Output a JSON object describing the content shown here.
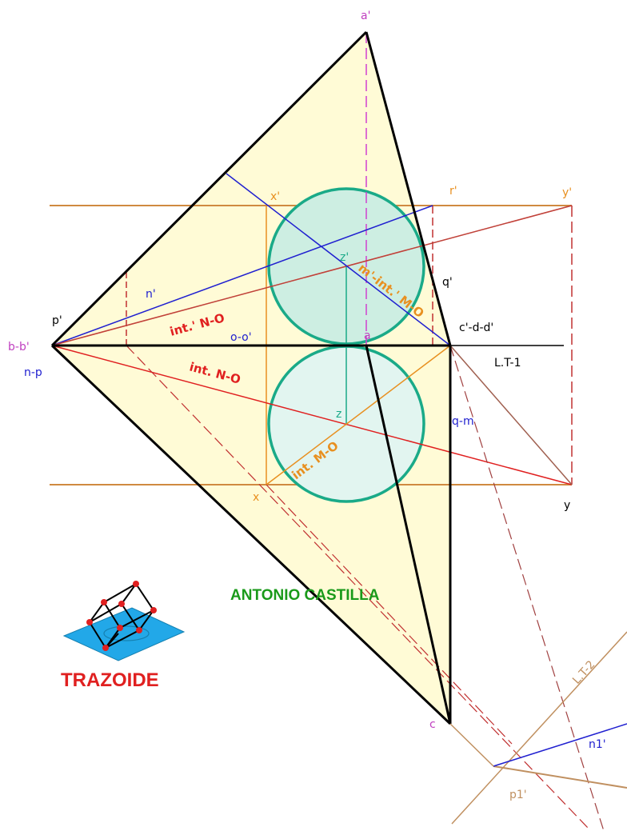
{
  "credit": "ANTONIO CASTILLA",
  "logo_text": "TRAZOIDE",
  "labels": {
    "a_prime": "a'",
    "a": "a",
    "b_prime": "b-b'",
    "n_p": "n-p",
    "p_prime": "p'",
    "n_prime": "n'",
    "o_prime": "o-o'",
    "c_prime": "c'-d-d'",
    "lt1": "L.T-1",
    "x_prime": "x'",
    "r_prime": "r'",
    "y_prime": "y'",
    "q_prime": "q'",
    "z_prime": "z'",
    "z": "z",
    "q_m": "q-m",
    "x": "x",
    "y": "y",
    "c": "c",
    "int_n_o_prime": "int.' N-O",
    "int_n_o": "int. N-O",
    "int_m_o_prime": "m'-int.' M-O",
    "int_m_o": "int. M-O",
    "lt2": "L.T-2",
    "n1_prime": "n1'",
    "p1_prime": "p1'"
  },
  "colors": {
    "pyramid_fill": "#fffde0",
    "sphere_stroke": "#1aaa88",
    "sphere_fill": "#c8ece0",
    "orange": "#e89020",
    "brown": "#a06050",
    "blue": "#2020d0",
    "red": "#e02020",
    "magenta": "#c040c0",
    "green_text": "#1a9a1a",
    "logo_red": "#e02020"
  }
}
